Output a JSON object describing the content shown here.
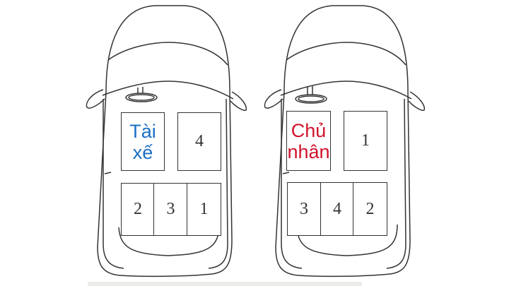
{
  "colors": {
    "driver_label": "#1a6fc4",
    "owner_label": "#d0142c",
    "outline": "#333333",
    "background": "#ffffff",
    "footer_band": "#ecece8"
  },
  "cars": [
    {
      "name": "car-left",
      "front_left": {
        "label_line1": "Tài",
        "label_line2": "xế",
        "role": "driver"
      },
      "front_right": "4",
      "rear": [
        "2",
        "3",
        "1"
      ]
    },
    {
      "name": "car-right",
      "front_left": {
        "label_line1": "Chủ",
        "label_line2": "nhân",
        "role": "owner"
      },
      "front_right": "1",
      "rear": [
        "3",
        "4",
        "2"
      ]
    }
  ]
}
